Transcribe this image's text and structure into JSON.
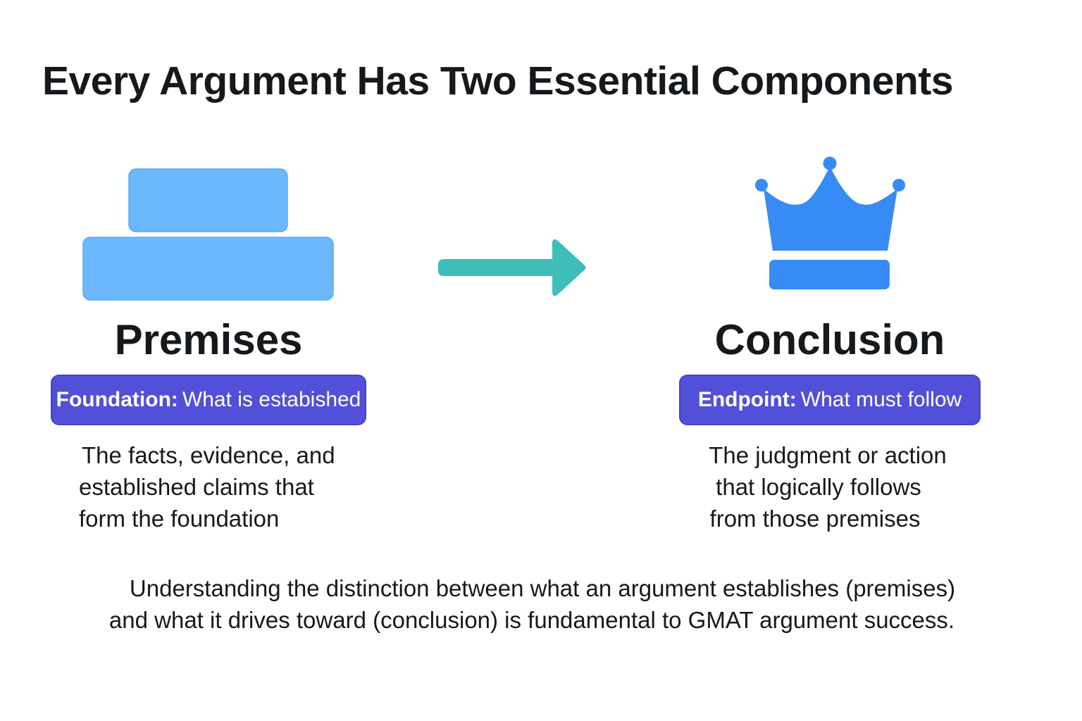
{
  "title": "Every Argument Has Two Essential Components",
  "premises": {
    "heading": "Premises",
    "icon": "stacked-blocks-icon",
    "badge_bold": "Foundation:",
    "badge_text": "What is estabished",
    "description": [
      "The facts, evidence, and",
      "established claims that",
      "form the foundation"
    ]
  },
  "arrow": {
    "icon": "arrow-right-icon"
  },
  "conclusion": {
    "heading": "Conclusion",
    "icon": "crown-icon",
    "badge_bold": "Endpoint:",
    "badge_text": "What must follow",
    "description": [
      "The judgment or action",
      "that logically follows",
      "from those premises"
    ]
  },
  "footer": [
    "Understanding the distinction between what an argument establishes (premises)",
    "and what it drives toward (conclusion) is fundamental to GMAT argument success."
  ],
  "colors": {
    "block": "#6bb8fc",
    "arrow": "#3ebdb9",
    "crown": "#378bf4",
    "badge": "#5250d8",
    "text": "#16191c"
  }
}
